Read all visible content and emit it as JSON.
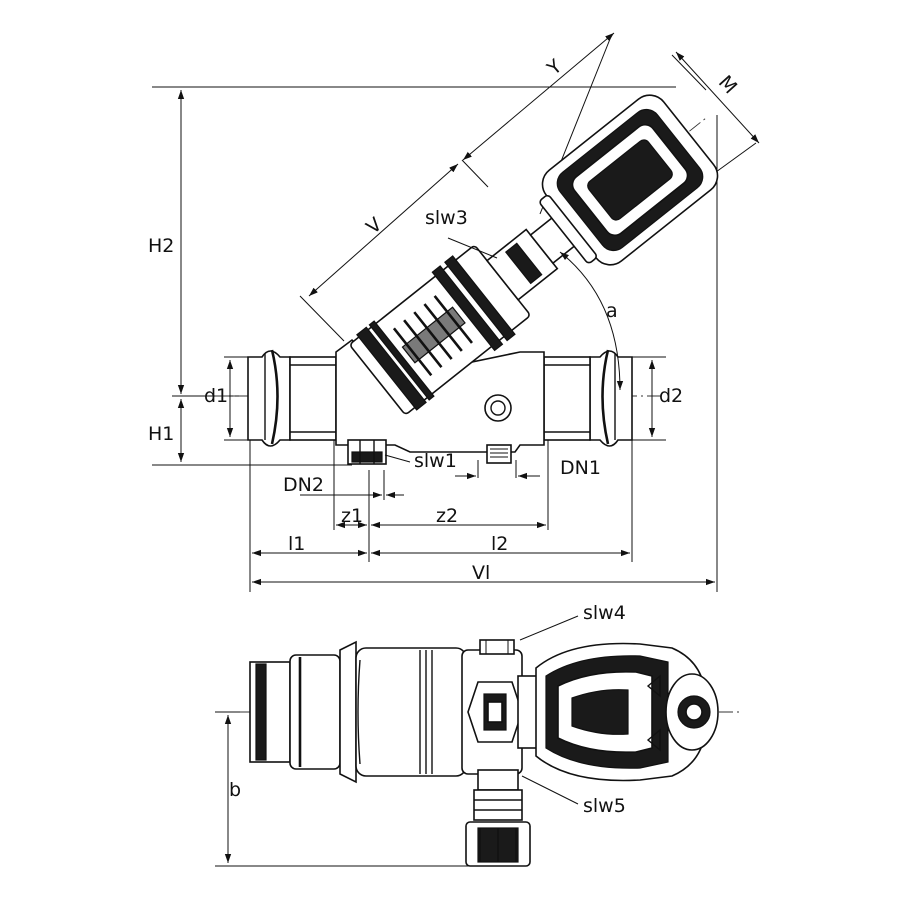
{
  "labels": {
    "Y": "Y",
    "M": "M",
    "V": "V",
    "slw3": "slw3",
    "a": "a",
    "H2": "H2",
    "d1": "d1",
    "d2": "d2",
    "H1": "H1",
    "slw1": "slw1",
    "DN1": "DN1",
    "DN2": "DN2",
    "z1": "z1",
    "z2": "z2",
    "l1": "l1",
    "l2": "l2",
    "Vl": "Vl",
    "slw4": "slw4",
    "slw5": "slw5",
    "b": "b"
  }
}
